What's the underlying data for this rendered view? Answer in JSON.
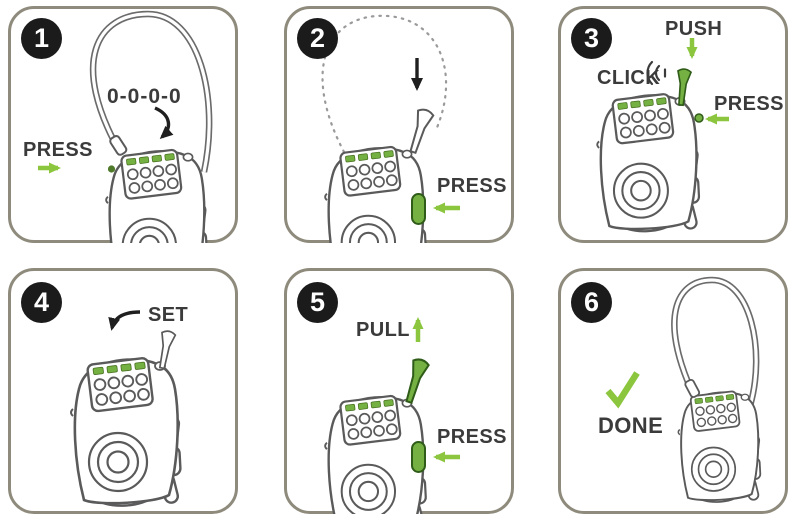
{
  "figure": {
    "type": "instruction-diagram",
    "step_count": 6
  },
  "colors": {
    "green": "#74b042",
    "green-arrow": "#8cc63f",
    "ink": "#5a5a5a",
    "text": "#3b3b3b",
    "badge-bg": "#1b1b1b",
    "badge-fg": "#ffffff",
    "panel-border": "#8e8b7d",
    "cable": "#6b6b6b",
    "dots": "#9a9a9a",
    "pin-dark": "#2f5c18"
  },
  "panels": [
    {
      "number": "1",
      "code": "0-0-0-0",
      "press": "PRESS"
    },
    {
      "number": "2",
      "press": "PRESS"
    },
    {
      "number": "3",
      "push": "PUSH",
      "click": "CLICK",
      "press": "PRESS"
    },
    {
      "number": "4",
      "set": "SET"
    },
    {
      "number": "5",
      "pull": "PULL",
      "press": "PRESS"
    },
    {
      "number": "6",
      "done": "DONE"
    }
  ],
  "icons": [
    "green-right-arrow",
    "curved-down-arrow",
    "black-down-arrow",
    "green-left-arrow",
    "green-down-arrow",
    "sound-waves",
    "green-up-arrow",
    "checkmark"
  ]
}
